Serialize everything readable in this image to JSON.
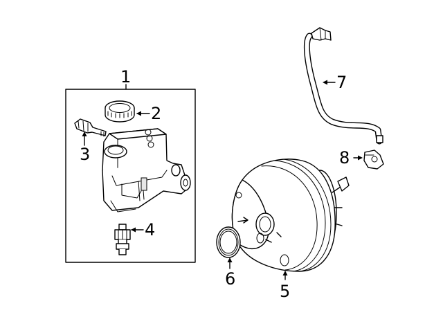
{
  "callouts": [
    {
      "id": 1,
      "label": "1",
      "part": "master-cylinder-assembly"
    },
    {
      "id": 2,
      "label": "2",
      "part": "reservoir-cap"
    },
    {
      "id": 3,
      "label": "3",
      "part": "fluid-level-sensor"
    },
    {
      "id": 4,
      "label": "4",
      "part": "proportioning-valve"
    },
    {
      "id": 5,
      "label": "5",
      "part": "brake-booster"
    },
    {
      "id": 6,
      "label": "6",
      "part": "booster-seal"
    },
    {
      "id": 7,
      "label": "7",
      "part": "vacuum-hose"
    },
    {
      "id": 8,
      "label": "8",
      "part": "hose-clip"
    }
  ],
  "colors": {
    "line": "#000000",
    "background": "#ffffff",
    "shade": "#e6e6e6"
  }
}
